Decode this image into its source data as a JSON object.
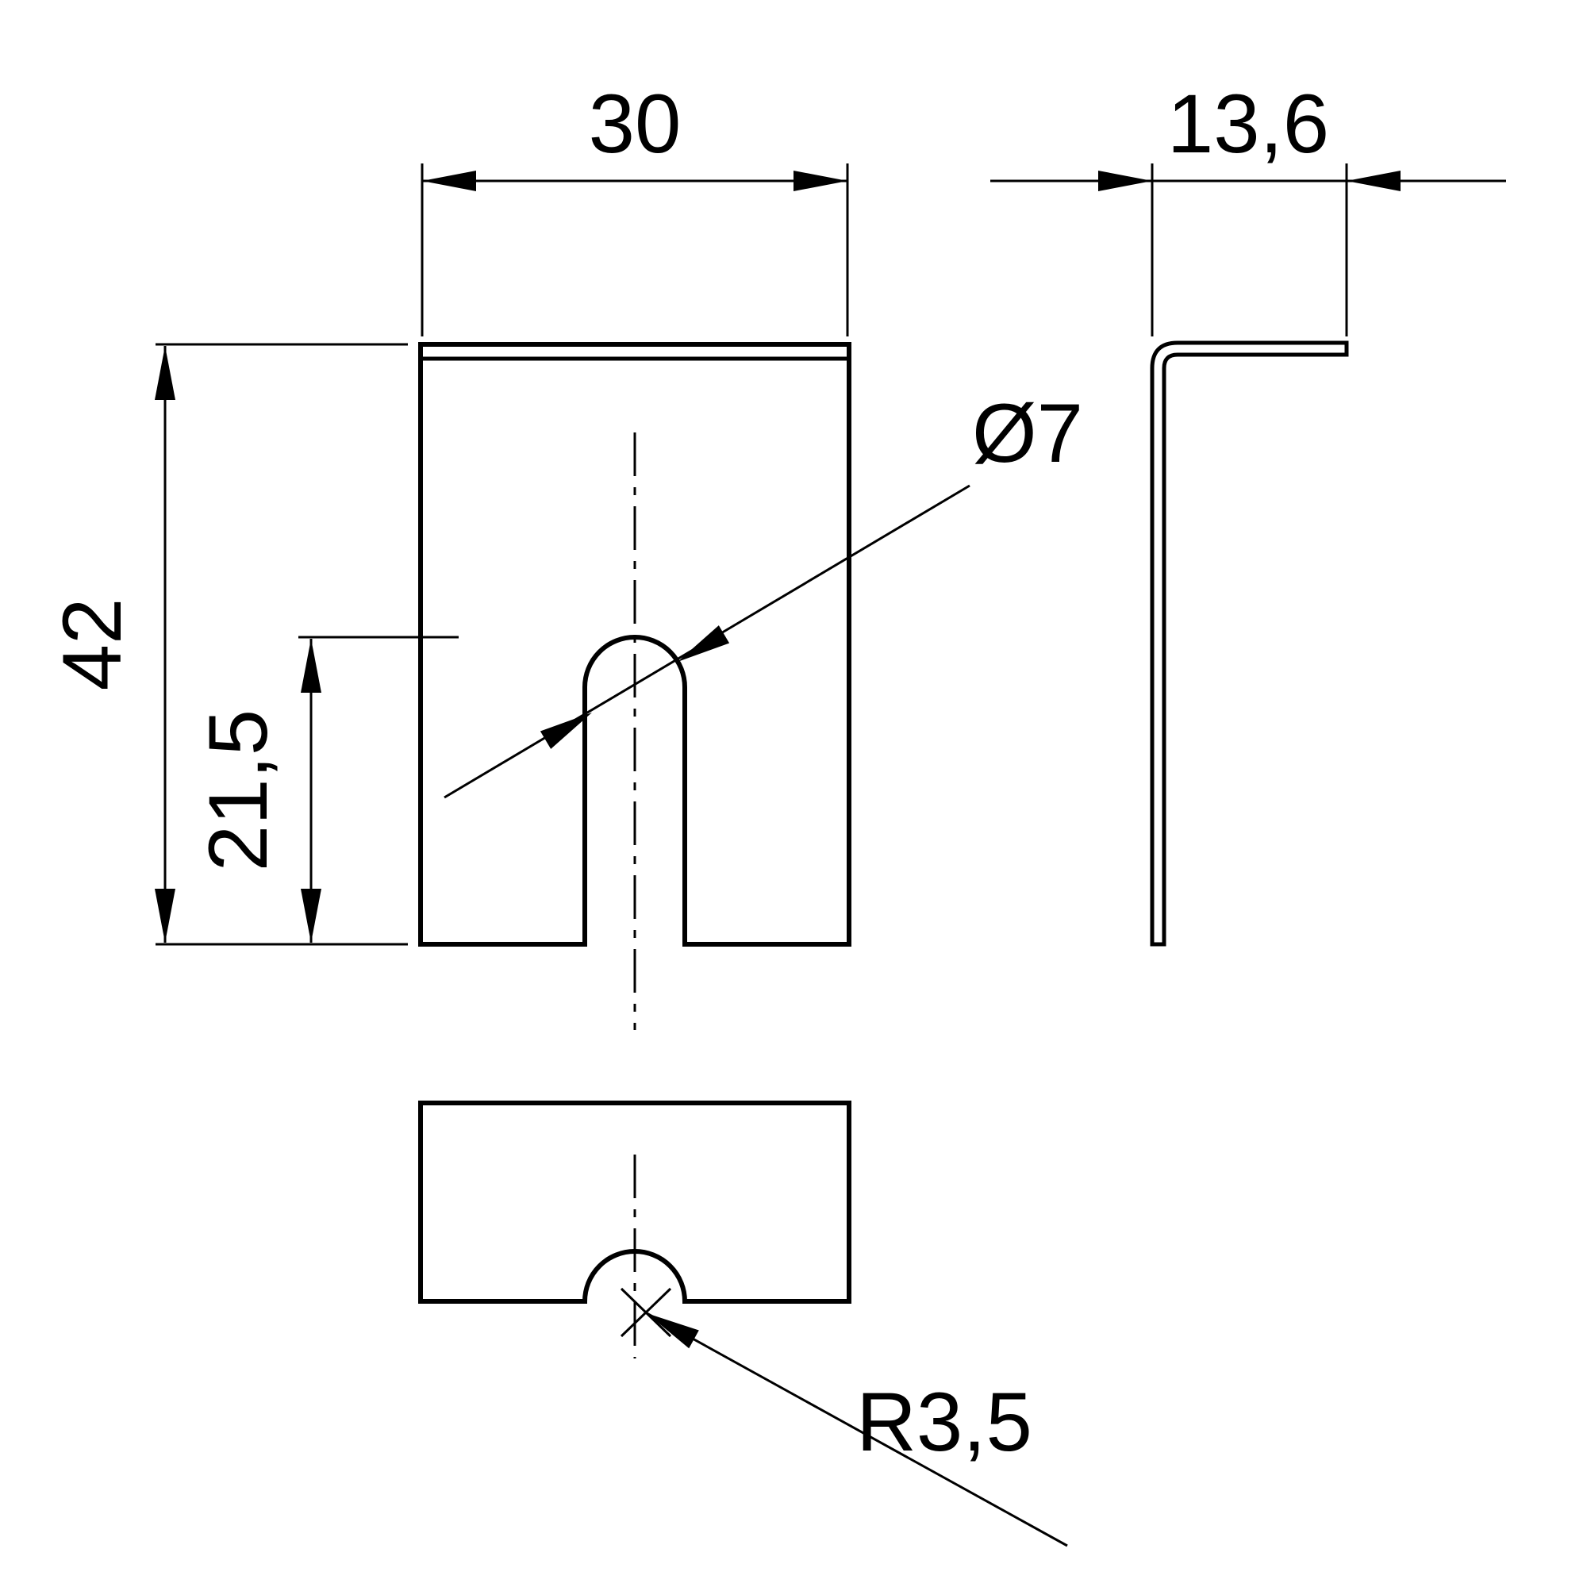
{
  "drawing": {
    "kind": "sheet-metal-bracket-orthographic-views",
    "dimensions": {
      "width": "30",
      "depth": "13,6",
      "height": "42",
      "slot_height": "21,5",
      "hole_diameter": "Ø7",
      "notch_radius": "R3,5"
    },
    "colors": {
      "line": "#000000",
      "background": "#ffffff"
    }
  }
}
